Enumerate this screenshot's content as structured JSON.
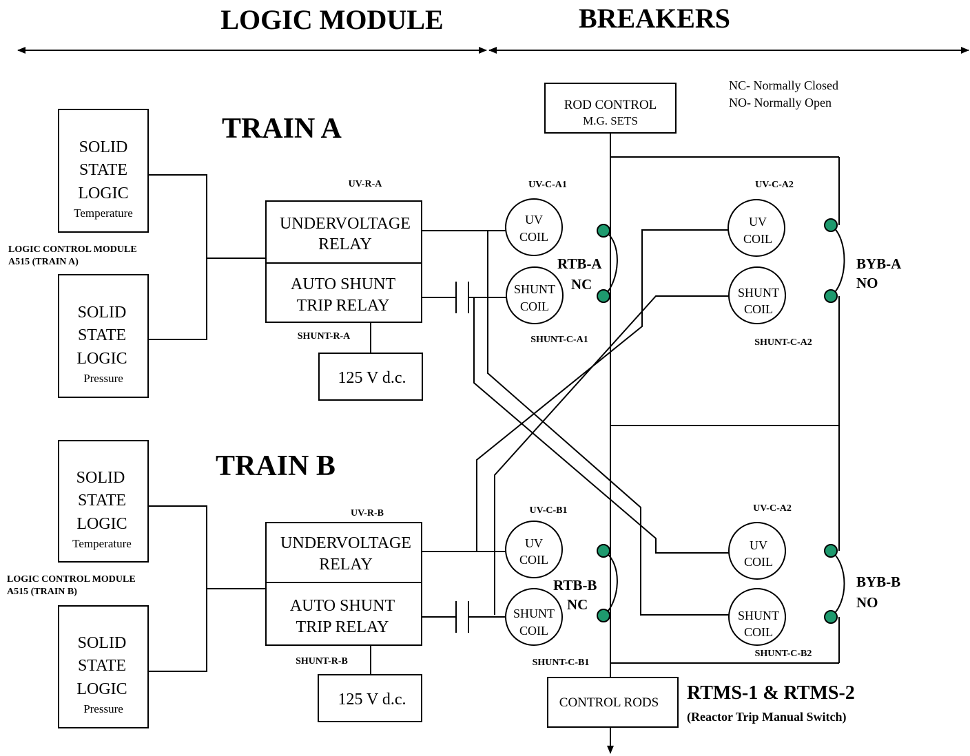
{
  "header": {
    "left": "LOGIC MODULE",
    "right": "BREAKERS"
  },
  "legend": {
    "nc": "NC- Normally Closed",
    "no": "NO- Normally Open"
  },
  "rod_control": {
    "line1": "ROD CONTROL",
    "line2": "M.G. SETS"
  },
  "trains": {
    "a": {
      "title": "TRAIN A",
      "lcm_line1": "LOGIC CONTROL MODULE",
      "lcm_line2": "A515 (TRAIN A)",
      "ssl_temp": {
        "l1": "SOLID",
        "l2": "STATE",
        "l3": "LOGIC",
        "sub": "Temperature"
      },
      "ssl_press": {
        "l1": "SOLID",
        "l2": "STATE",
        "l3": "LOGIC",
        "sub": "Pressure"
      },
      "uv_relay_label": "UV-R-A",
      "uv_relay_l1": "UNDERVOLTAGE",
      "uv_relay_l2": "RELAY",
      "shunt_relay_l1": "AUTO SHUNT",
      "shunt_relay_l2": "TRIP RELAY",
      "shunt_relay_label": "SHUNT-R-A",
      "dc": "125 V d.c.",
      "uv_coil1_label": "UV-C-A1",
      "shunt_coil1_label": "SHUNT-C-A1",
      "uv_coil2_label": "UV-C-A2",
      "shunt_coil2_label": "SHUNT-C-A2",
      "rtb_l1": "RTB-A",
      "rtb_l2": "NC",
      "byb_l1": "BYB-A",
      "byb_l2": "NO"
    },
    "b": {
      "title": "TRAIN B",
      "lcm_line1": "LOGIC CONTROL MODULE",
      "lcm_line2": "A515 (TRAIN B)",
      "ssl_temp": {
        "l1": "SOLID",
        "l2": "STATE",
        "l3": "LOGIC",
        "sub": "Temperature"
      },
      "ssl_press": {
        "l1": "SOLID",
        "l2": "STATE",
        "l3": "LOGIC",
        "sub": "Pressure"
      },
      "uv_relay_label": "UV-R-B",
      "uv_relay_l1": "UNDERVOLTAGE",
      "uv_relay_l2": "RELAY",
      "shunt_relay_l1": "AUTO SHUNT",
      "shunt_relay_l2": "TRIP RELAY",
      "shunt_relay_label": "SHUNT-R-B",
      "dc": "125 V d.c.",
      "uv_coil1_label": "UV-C-B1",
      "shunt_coil1_label": "SHUNT-C-B1",
      "uv_coil2_label": "UV-C-A2",
      "shunt_coil2_label": "SHUNT-C-B2",
      "rtb_l1": "RTB-B",
      "rtb_l2": "NC",
      "byb_l1": "BYB-B",
      "byb_l2": "NO"
    }
  },
  "coils": {
    "uv_l1": "UV",
    "uv_l2": "COIL",
    "shunt_l1": "SHUNT",
    "shunt_l2": "COIL"
  },
  "control_rods": "CONTROL RODS",
  "rtms": {
    "title": "RTMS-1 & RTMS-2",
    "subtitle": "(Reactor Trip Manual Switch)"
  },
  "colors": {
    "contact_fill": "#1e9a6e",
    "line": "#000000"
  }
}
